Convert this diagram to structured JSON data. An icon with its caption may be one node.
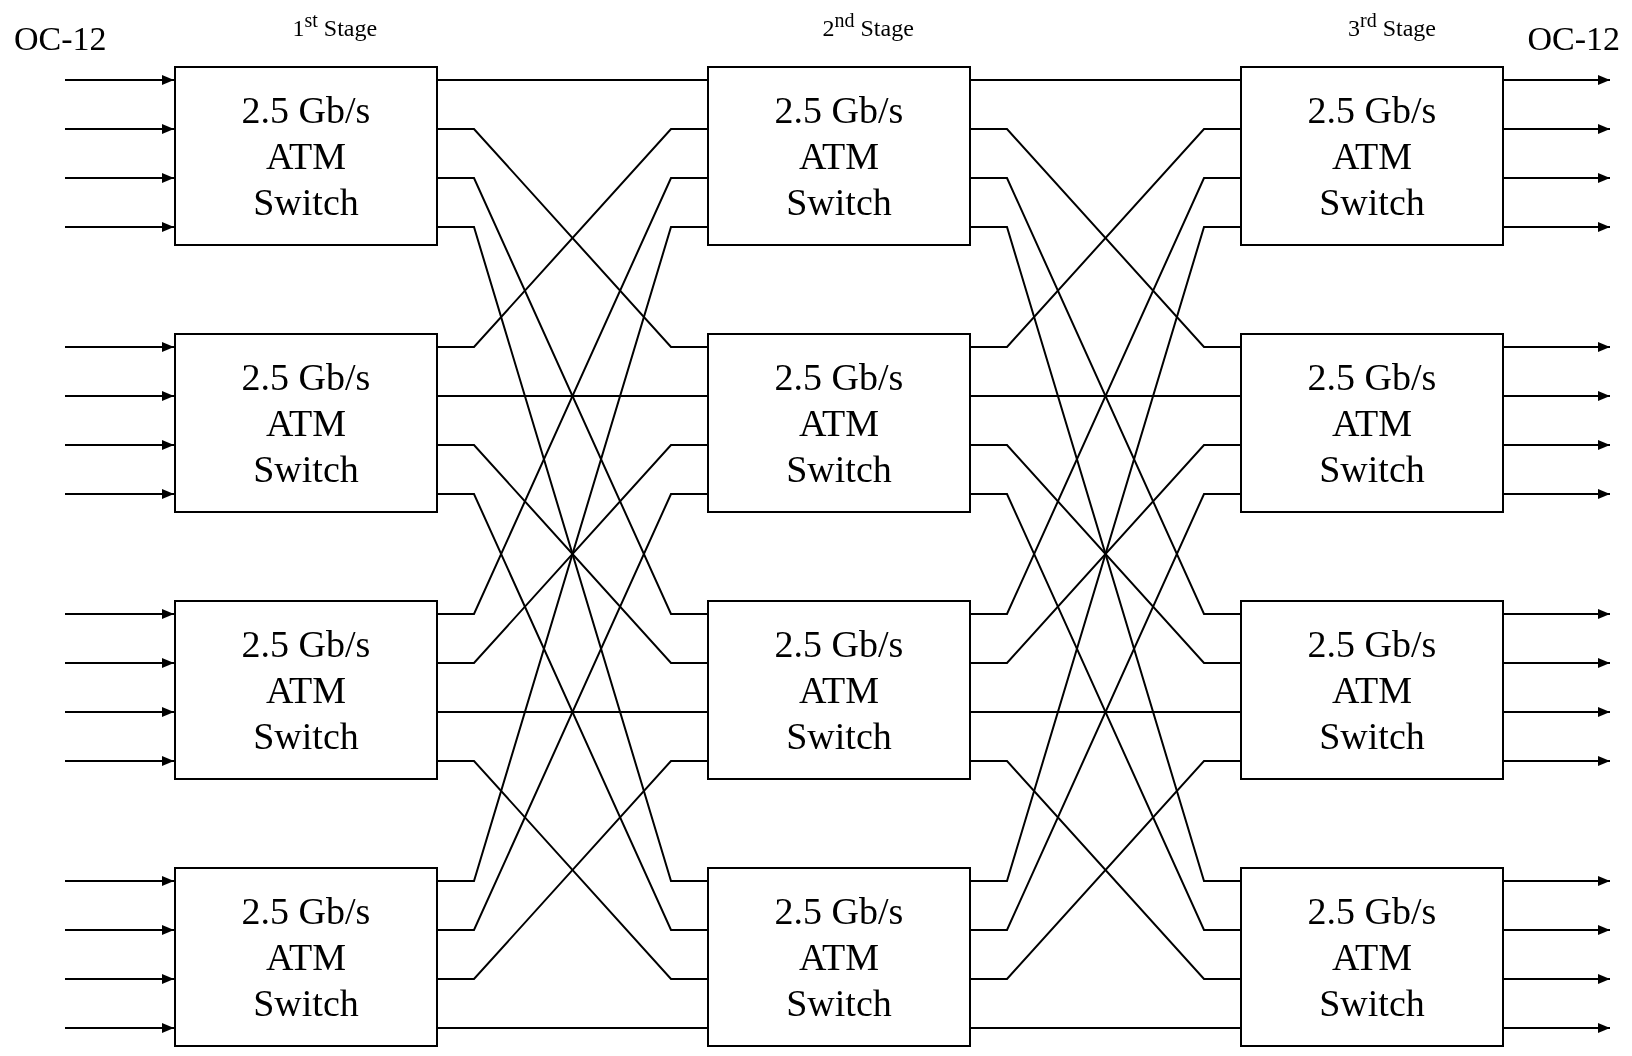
{
  "diagram": {
    "nodes": [
      {
        "text": [
          "2.5 Gb/s ATM Switch"
        ]
      },
      {
        "text": [
          "2.5 Gb/s ATM Switch"
        ]
      },
      {
        "text": [
          "2.5 Gb/s ATM Switch"
        ]
      },
      {
        "text": [
          "2.5 Gb/s ATM Switch"
        ]
      },
      {
        "text": [
          "2.5 Gb/s ATM Switch"
        ]
      },
      {
        "text": [
          "2.5 Gb/s ATM Switch"
        ]
      },
      {
        "text": [
          "2.5 Gb/s ATM Switch"
        ]
      },
      {
        "text": [
          "2.5 Gb/s ATM Switch"
        ]
      },
      {
        "text": [
          "2.5 Gb/s ATM Switch"
        ]
      },
      {
        "text": [
          "2.5 Gb/s ATM Switch"
        ]
      },
      {
        "text": [
          "2.5 Gb/s ATM Switch"
        ]
      },
      {
        "text": [
          "2.5 Gb/s ATM Switch"
        ]
      }
    ],
    "edges": [
      {
        "from": null,
        "to": 0,
        "arrow": "to"
      },
      {
        "from": null,
        "to": 0,
        "arrow": "to"
      },
      {
        "from": null,
        "to": 0,
        "arrow": "to"
      },
      {
        "from": null,
        "to": 0,
        "arrow": "to"
      },
      {
        "from": null,
        "to": 1,
        "arrow": "to"
      },
      {
        "from": null,
        "to": 1,
        "arrow": "to"
      },
      {
        "from": null,
        "to": 1,
        "arrow": "to"
      },
      {
        "from": null,
        "to": 1,
        "arrow": "to"
      },
      {
        "from": null,
        "to": 2,
        "arrow": "to"
      },
      {
        "from": null,
        "to": 2,
        "arrow": "to"
      },
      {
        "from": null,
        "to": 2,
        "arrow": "to"
      },
      {
        "from": null,
        "to": 2,
        "arrow": "to"
      },
      {
        "from": null,
        "to": 3,
        "arrow": "to"
      },
      {
        "from": null,
        "to": 3,
        "arrow": "to"
      },
      {
        "from": null,
        "to": 3,
        "arrow": "to"
      },
      {
        "from": null,
        "to": 3,
        "arrow": "to"
      },
      {
        "from": 0,
        "to": 4,
        "arrow": "none"
      },
      {
        "from": 0,
        "to": 5,
        "arrow": "none"
      },
      {
        "from": 0,
        "to": 6,
        "arrow": "none"
      },
      {
        "from": 0,
        "to": 7,
        "arrow": "none"
      },
      {
        "from": 1,
        "to": 4,
        "arrow": "none"
      },
      {
        "from": 1,
        "to": 5,
        "arrow": "none"
      },
      {
        "from": 1,
        "to": 6,
        "arrow": "none"
      },
      {
        "from": 1,
        "to": 7,
        "arrow": "none"
      },
      {
        "from": 2,
        "to": 4,
        "arrow": "none"
      },
      {
        "from": 2,
        "to": 5,
        "arrow": "none"
      },
      {
        "from": 2,
        "to": 6,
        "arrow": "none"
      },
      {
        "from": 2,
        "to": 7,
        "arrow": "none"
      },
      {
        "from": 3,
        "to": 4,
        "arrow": "none"
      },
      {
        "from": 3,
        "to": 5,
        "arrow": "none"
      },
      {
        "from": 3,
        "to": 6,
        "arrow": "none"
      },
      {
        "from": 3,
        "to": 7,
        "arrow": "none"
      },
      {
        "from": 4,
        "to": 8,
        "arrow": "none"
      },
      {
        "from": 4,
        "to": 9,
        "arrow": "none"
      },
      {
        "from": 4,
        "to": 10,
        "arrow": "none"
      },
      {
        "from": 4,
        "to": 11,
        "arrow": "none"
      },
      {
        "from": 5,
        "to": 8,
        "arrow": "none"
      },
      {
        "from": 5,
        "to": 9,
        "arrow": "none"
      },
      {
        "from": 5,
        "to": 10,
        "arrow": "none"
      },
      {
        "from": 5,
        "to": 11,
        "arrow": "none"
      },
      {
        "from": 6,
        "to": 8,
        "arrow": "none"
      },
      {
        "from": 6,
        "to": 9,
        "arrow": "none"
      },
      {
        "from": 6,
        "to": 10,
        "arrow": "none"
      },
      {
        "from": 6,
        "to": 11,
        "arrow": "none"
      },
      {
        "from": 7,
        "to": 8,
        "arrow": "none"
      },
      {
        "from": 7,
        "to": 9,
        "arrow": "none"
      },
      {
        "from": 7,
        "to": 10,
        "arrow": "none"
      },
      {
        "from": 7,
        "to": 11,
        "arrow": "none"
      },
      {
        "from": 8,
        "to": null,
        "arrow": "to"
      },
      {
        "from": 8,
        "to": null,
        "arrow": "to"
      },
      {
        "from": 8,
        "to": null,
        "arrow": "to"
      },
      {
        "from": 8,
        "to": null,
        "arrow": "to"
      },
      {
        "from": 9,
        "to": null,
        "arrow": "to"
      },
      {
        "from": 9,
        "to": null,
        "arrow": "to"
      },
      {
        "from": 9,
        "to": null,
        "arrow": "to"
      },
      {
        "from": 9,
        "to": null,
        "arrow": "to"
      },
      {
        "from": 10,
        "to": null,
        "arrow": "to"
      },
      {
        "from": 10,
        "to": null,
        "arrow": "to"
      },
      {
        "from": 10,
        "to": null,
        "arrow": "to"
      },
      {
        "from": 10,
        "to": null,
        "arrow": "to"
      },
      {
        "from": 11,
        "to": null,
        "arrow": "to"
      },
      {
        "from": 11,
        "to": null,
        "arrow": "to"
      },
      {
        "from": 11,
        "to": null,
        "arrow": "to"
      },
      {
        "from": 11,
        "to": null,
        "arrow": "to"
      }
    ],
    "labels": [
      "OC-12",
      "1$^{st}$ Stage",
      "2$^{nd}$ Stage",
      "3$^{rd}$ Stage",
      "OC-12"
    ]
  }
}
